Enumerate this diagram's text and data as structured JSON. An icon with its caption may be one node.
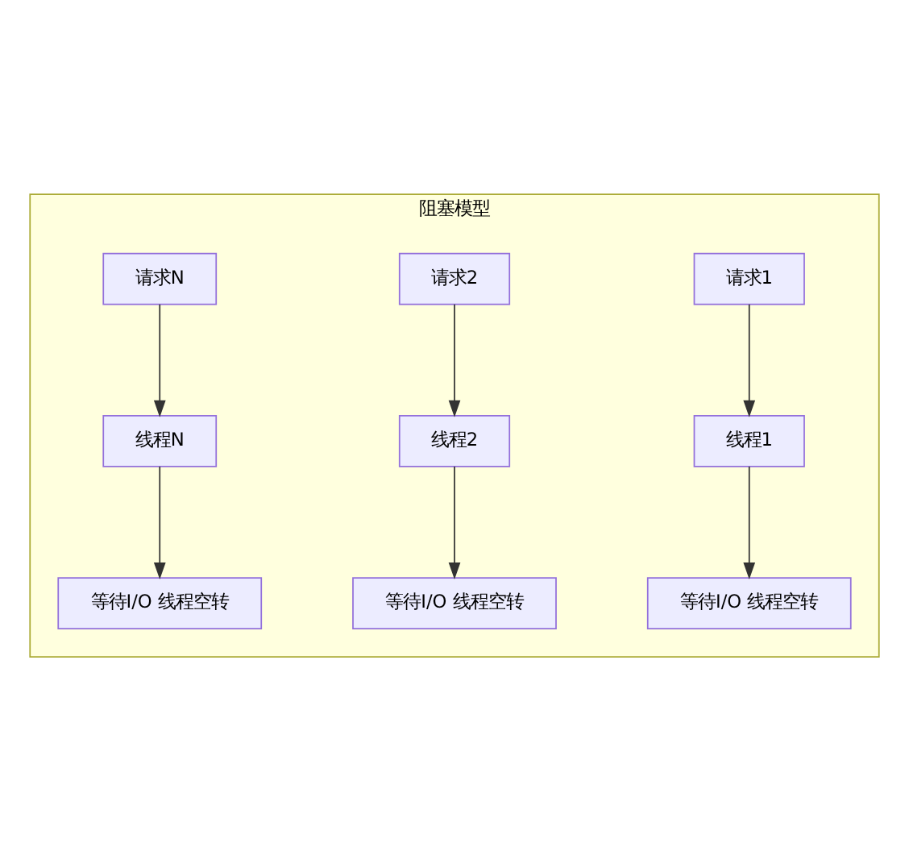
{
  "diagram": {
    "nodes": [
      {
        "text": [
          "阻塞模型"
        ]
      },
      {
        "text": [
          "请求1"
        ],
        "in": 0
      },
      {
        "text": [
          "请求2"
        ],
        "in": 0
      },
      {
        "text": [
          "请求N"
        ],
        "in": 0
      },
      {
        "text": [
          "线程1"
        ],
        "in": 0
      },
      {
        "text": [
          "线程2"
        ],
        "in": 0
      },
      {
        "text": [
          "线程N"
        ],
        "in": 0
      },
      {
        "text": [
          "等待I/O 线程空转"
        ],
        "in": 0
      },
      {
        "text": [
          "等待I/O 线程空转"
        ],
        "in": 0
      },
      {
        "text": [
          "等待I/O 线程空转"
        ],
        "in": 0
      }
    ],
    "edges": [
      {
        "from": 1,
        "to": 4,
        "arrow": "to"
      },
      {
        "from": 2,
        "to": 5,
        "arrow": "to"
      },
      {
        "from": 3,
        "to": 6,
        "arrow": "to"
      },
      {
        "from": 4,
        "to": 7,
        "arrow": "to"
      },
      {
        "from": 5,
        "to": 8,
        "arrow": "to"
      },
      {
        "from": 6,
        "to": 9,
        "arrow": "to"
      }
    ]
  }
}
